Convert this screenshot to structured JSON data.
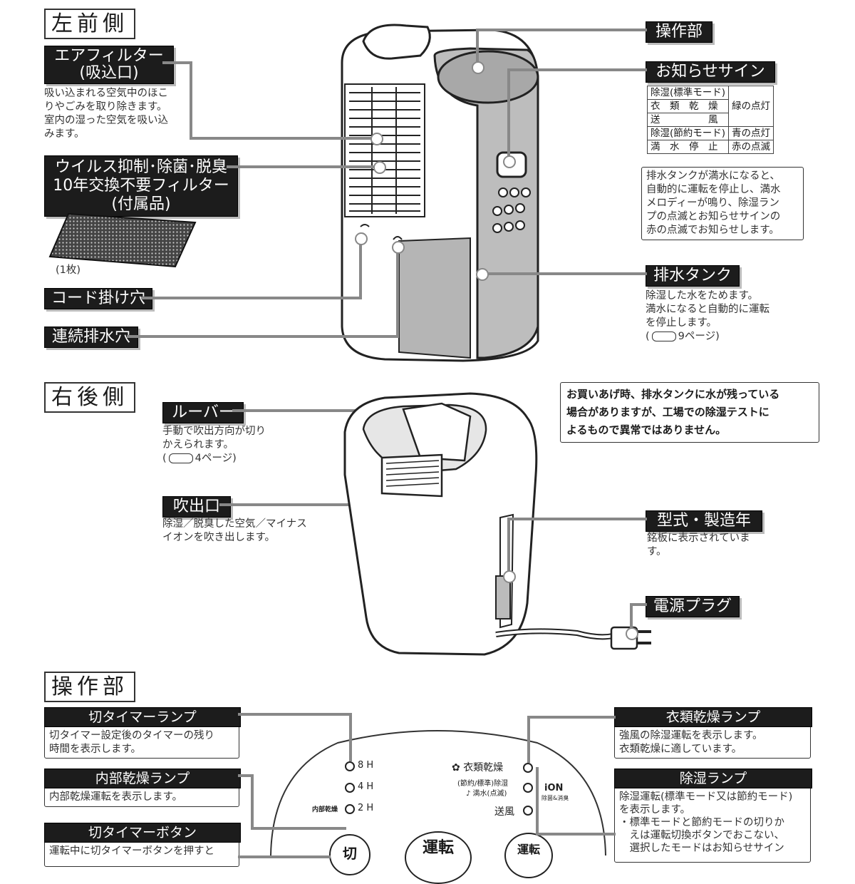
{
  "sections": {
    "left_front": "左前側",
    "right_back": "右後側",
    "operation": "操作部"
  },
  "left_front": {
    "air_filter": {
      "title_1": "エアフィルター",
      "title_2": "(吸込口)",
      "desc": [
        "吸い込まれる空気中のほこ",
        "りやごみを取り除きます。",
        "室内の湿った空気を吸い込",
        "みます。"
      ]
    },
    "virus_filter": {
      "title_1": "ウイルス抑制･除菌･脱臭",
      "title_2": "10年交換不要フィルター",
      "title_3": "(付属品)",
      "count": "(1枚)"
    },
    "cord_hole": "コード掛け穴",
    "drain_hole": "連続排水穴",
    "control": "操作部",
    "notice_sign": {
      "title": "お知らせサイン",
      "rows": [
        {
          "mode": "除湿(標準モード)",
          "state": "緑の点灯"
        },
        {
          "mode": "衣　類　乾　燥",
          "state": ""
        },
        {
          "mode": "送　　　　　風",
          "state": ""
        },
        {
          "mode": "除湿(節約モード)",
          "state": "青の点灯"
        },
        {
          "mode": "満　水　停　止",
          "state": "赤の点滅"
        }
      ],
      "note": [
        "排水タンクが満水になると、",
        "自動的に運転を停止し、満水",
        "メロディーが鳴り、除湿ラン",
        "プの点滅とお知らせサインの",
        "赤の点滅でお知らせします。"
      ]
    },
    "tank": {
      "title": "排水タンク",
      "desc": [
        "除湿した水をためます。",
        "満水になると自動的に運転",
        "を停止します。"
      ],
      "ref": "9ページ)",
      "ref_open": "("
    }
  },
  "right_back": {
    "louver": {
      "title": "ルーバー",
      "desc": [
        "手動で吹出方向が切り",
        "かえられます。"
      ],
      "ref_open": "(",
      "ref": "4ページ)"
    },
    "outlet": {
      "title": "吹出口",
      "desc": [
        "除湿／脱臭した空気／マイナス",
        "イオンを吹き出します。"
      ]
    },
    "note": [
      "お買いあげ時、排水タンクに水が残っている",
      "場合がありますが、工場での除湿テストに",
      "よるもので異常ではありません。"
    ],
    "model": {
      "title": "型式・製造年",
      "desc": [
        "銘板に表示されていま",
        "す。"
      ]
    },
    "plug": {
      "title": "電源プラグ"
    }
  },
  "operation": {
    "timer_lamp": {
      "title": "切タイマーランプ",
      "desc": [
        "切タイマー設定後のタイマーの残り",
        "時間を表示します。"
      ]
    },
    "dry_lamp": {
      "title": "内部乾燥ランプ",
      "desc": [
        "内部乾燥運転を表示します。"
      ]
    },
    "timer_button": {
      "title": "切タイマーボタン",
      "desc": [
        "運転中に切タイマーボタンを押すと"
      ]
    },
    "laundry_lamp": {
      "title": "衣類乾燥ランプ",
      "desc": [
        "強風の除湿運転を表示します。",
        "衣類乾燥に適しています。"
      ]
    },
    "dehum_lamp": {
      "title": "除湿ランプ",
      "desc": [
        "除湿運転(標準モード又は節約モード)",
        "を表示します。",
        "・標準モードと節約モードの切りか",
        "　えは運転切換ボタンでおこない、",
        "　選択したモードはお知らせサイン"
      ]
    },
    "panel": {
      "h8": "8 H",
      "h4": "4 H",
      "h2": "2 H",
      "internal_dry": "内部乾燥",
      "laundry": "衣類乾燥",
      "dehum_top": "(節約/標準)除湿",
      "full": "♪ 満水(点滅)",
      "fan": "送風",
      "ion": "iON",
      "ion_sub": "除菌&消臭",
      "btn_off": "切",
      "btn_run": "運転",
      "btn_switch": "運転"
    }
  }
}
